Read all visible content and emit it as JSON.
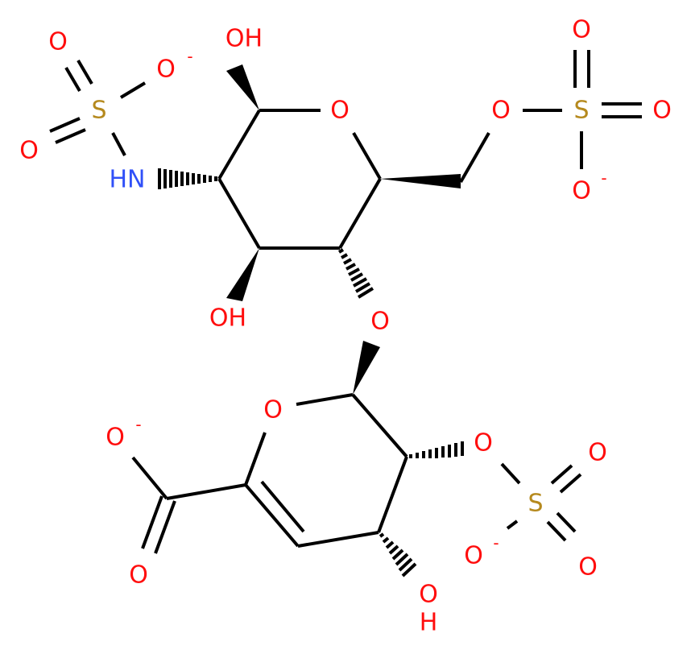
{
  "diagram": {
    "type": "chemical-structure",
    "colors": {
      "bond": "#000000",
      "oxygen": "#ff0d0d",
      "nitrogen": "#3050f8",
      "sulfur": "#b5891d",
      "background": "#ffffff"
    },
    "atoms": {
      "oh_anomeric": "OH",
      "o_nsulfate_minus": "O",
      "o_nsulfate_minus_charge": "-",
      "o_nsulfate_eq1": "O",
      "o_nsulfate_eq2": "O",
      "s_nsulfate": "S",
      "nh": "HN",
      "o_ring_top": "O",
      "oh_c3": "OH",
      "o_glycosidic": "O",
      "o_6sulfate_ester": "O",
      "s_6sulfate": "S",
      "o_6sulfate_top": "O",
      "o_6sulfate_right": "O",
      "o_6sulfate_minus": "O",
      "o_6sulfate_minus_charge": "-",
      "o_ring_bottom": "O",
      "o_carboxylate_minus": "O",
      "o_carboxylate_minus_charge": "-",
      "o_carboxylate_eq": "O",
      "o_2sulfate_ester": "O",
      "s_2sulfate": "S",
      "o_2sulfate_top": "O",
      "o_2sulfate_bottom": "O",
      "o_2sulfate_minus": "O",
      "o_2sulfate_minus_charge": "-",
      "oh_c4_bottom_o": "O",
      "oh_c4_bottom_h": "H"
    }
  }
}
